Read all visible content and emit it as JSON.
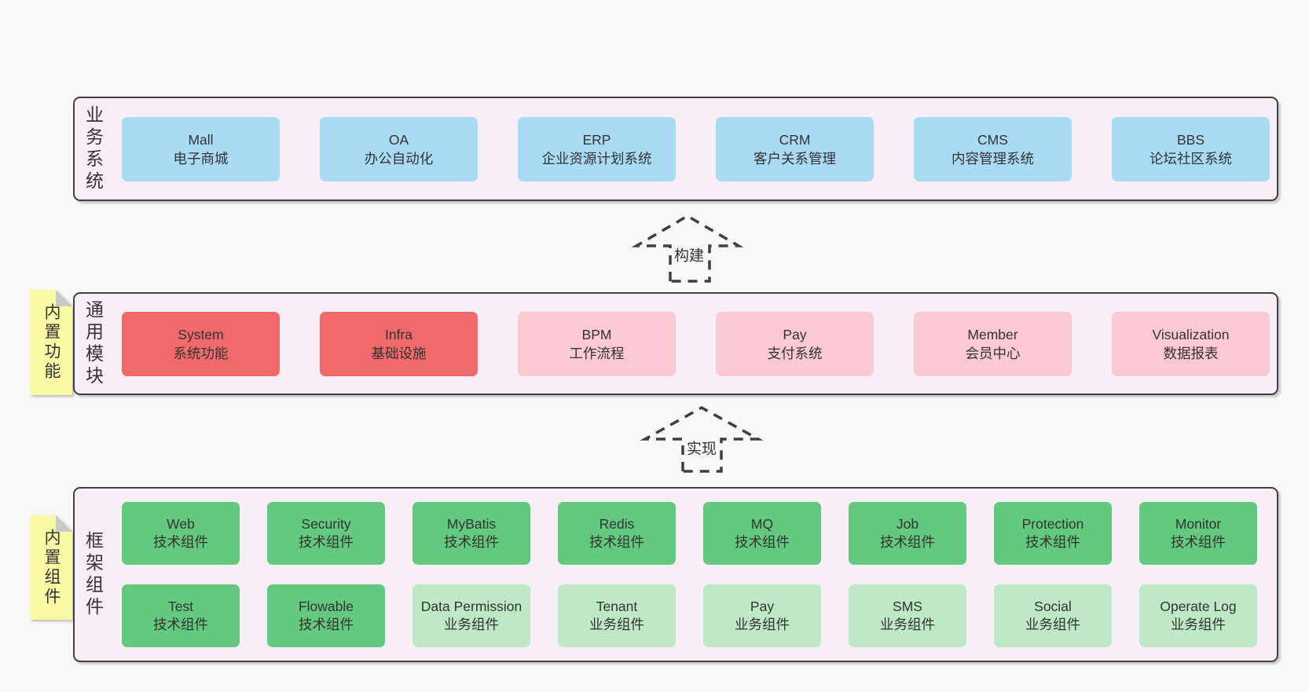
{
  "colors": {
    "page_background": "#f8f8f8",
    "panel_fill": "#f8eef6",
    "panel_border": "#404040",
    "business_box": "#a9dbf5",
    "core_module_box": "#f06a6b",
    "optional_module_box": "#fbc9d3",
    "tech_component_box": "#63c97e",
    "biz_component_box": "#bee8c6",
    "sticky_note": "#fafaa5",
    "sticky_fold": "#c9c9c9",
    "text": "#333333"
  },
  "business": {
    "label": "业务系统",
    "items": [
      {
        "name": "Mall",
        "desc": "电子商城",
        "variant": "blue"
      },
      {
        "name": "OA",
        "desc": "办公自动化",
        "variant": "blue"
      },
      {
        "name": "ERP",
        "desc": "企业资源计划系统",
        "variant": "blue"
      },
      {
        "name": "CRM",
        "desc": "客户关系管理",
        "variant": "blue"
      },
      {
        "name": "CMS",
        "desc": "内容管理系统",
        "variant": "blue"
      },
      {
        "name": "BBS",
        "desc": "论坛社区系统",
        "variant": "blue"
      }
    ]
  },
  "arrows": {
    "build": "构建",
    "implement": "实现"
  },
  "modules": {
    "label": "通用模块",
    "sticky": "内置功能",
    "items": [
      {
        "name": "System",
        "desc": "系统功能",
        "variant": "red"
      },
      {
        "name": "Infra",
        "desc": "基础设施",
        "variant": "red"
      },
      {
        "name": "BPM",
        "desc": "工作流程",
        "variant": "pink"
      },
      {
        "name": "Pay",
        "desc": "支付系统",
        "variant": "pink"
      },
      {
        "name": "Member",
        "desc": "会员中心",
        "variant": "pink"
      },
      {
        "name": "Visualization",
        "desc": "数据报表",
        "variant": "pink"
      }
    ]
  },
  "components": {
    "label": "框架组件",
    "sticky": "内置组件",
    "row1": [
      {
        "name": "Web",
        "desc": "技术组件",
        "variant": "green"
      },
      {
        "name": "Security",
        "desc": "技术组件",
        "variant": "green"
      },
      {
        "name": "MyBatis",
        "desc": "技术组件",
        "variant": "green"
      },
      {
        "name": "Redis",
        "desc": "技术组件",
        "variant": "green"
      },
      {
        "name": "MQ",
        "desc": "技术组件",
        "variant": "green"
      },
      {
        "name": "Job",
        "desc": "技术组件",
        "variant": "green"
      },
      {
        "name": "Protection",
        "desc": "技术组件",
        "variant": "green"
      },
      {
        "name": "Monitor",
        "desc": "技术组件",
        "variant": "green"
      }
    ],
    "row2": [
      {
        "name": "Test",
        "desc": "技术组件",
        "variant": "green"
      },
      {
        "name": "Flowable",
        "desc": "技术组件",
        "variant": "green"
      },
      {
        "name": "Data Permission",
        "desc": "业务组件",
        "variant": "lgreen"
      },
      {
        "name": "Tenant",
        "desc": "业务组件",
        "variant": "lgreen"
      },
      {
        "name": "Pay",
        "desc": "业务组件",
        "variant": "lgreen"
      },
      {
        "name": "SMS",
        "desc": "业务组件",
        "variant": "lgreen"
      },
      {
        "name": "Social",
        "desc": "业务组件",
        "variant": "lgreen"
      },
      {
        "name": "Operate Log",
        "desc": "业务组件",
        "variant": "lgreen"
      }
    ]
  }
}
